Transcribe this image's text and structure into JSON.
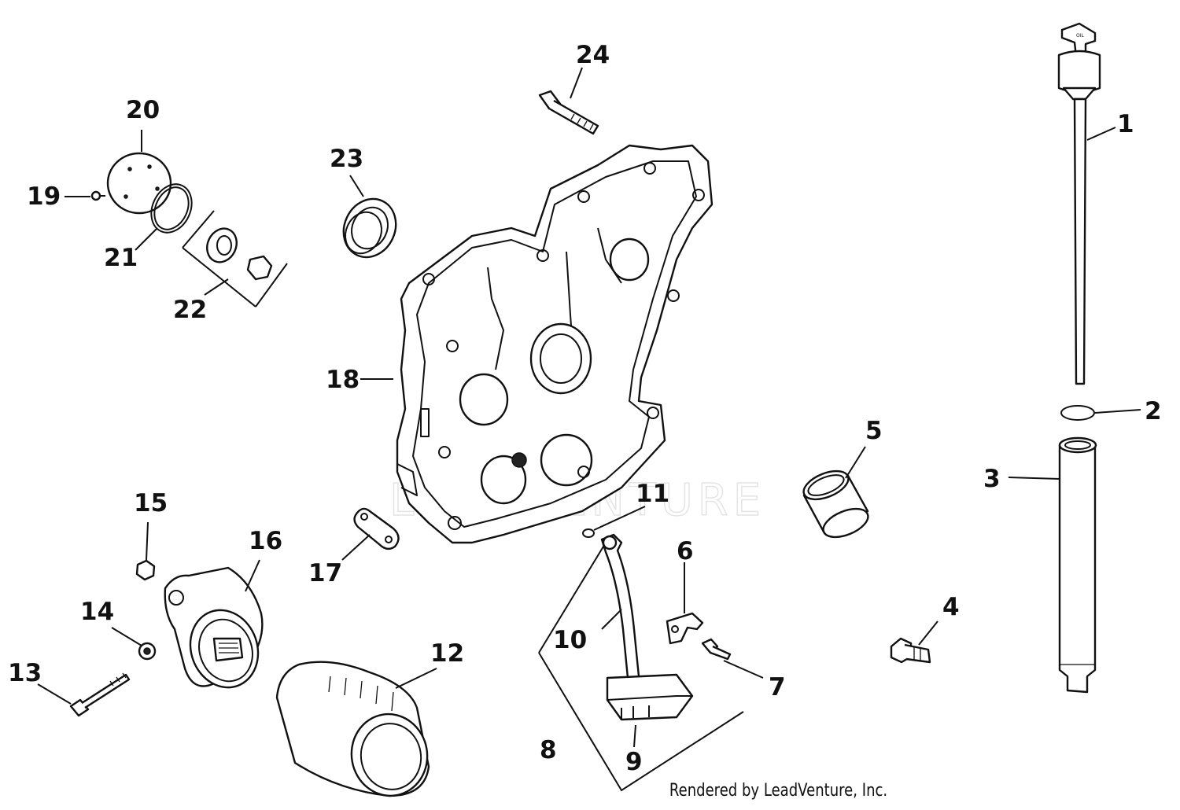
{
  "diagram": {
    "callouts": [
      "1",
      "2",
      "3",
      "4",
      "5",
      "6",
      "7",
      "8",
      "9",
      "10",
      "11",
      "12",
      "13",
      "14",
      "15",
      "16",
      "17",
      "18",
      "19",
      "20",
      "21",
      "22",
      "23",
      "24"
    ],
    "watermark": "LEADVENTURE",
    "credit": "Rendered by LeadVenture, Inc.",
    "dipstick_marking": "OIL"
  }
}
